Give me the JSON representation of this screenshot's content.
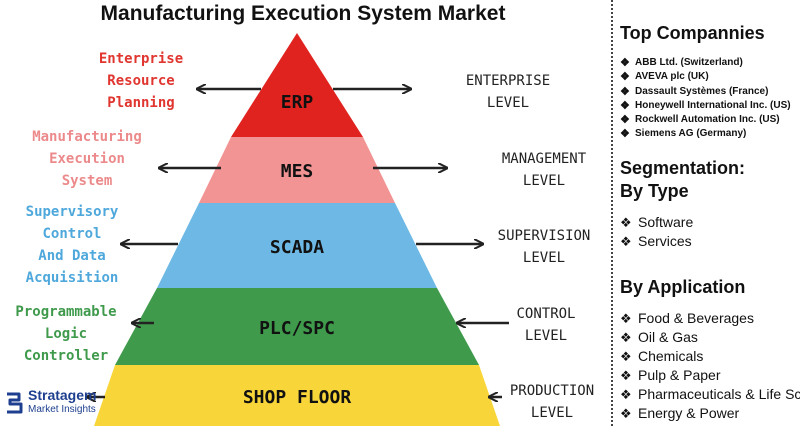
{
  "title": "Manufacturing Execution System Market",
  "pyramid": [
    {
      "label": "ERP",
      "color": "#e0231f",
      "left_text": "Enterprise Resource Planning",
      "left_color": "#e0362f",
      "right_text": "ENTERPRISE LEVEL"
    },
    {
      "label": "MES",
      "color": "#f29394",
      "left_text": "Manufacturing Execution System",
      "left_color": "#ec8a8b",
      "right_text": "MANAGEMENT LEVEL"
    },
    {
      "label": "SCADA",
      "color": "#6db8e4",
      "left_text": "Supervisory Control And Data Acquisition",
      "left_color": "#4ea8dc",
      "right_text": "SUPERVISION LEVEL"
    },
    {
      "label": "PLC/SPC",
      "color": "#3f9a4c",
      "left_text": "Programmable Logic Controller",
      "left_color": "#3f9a4c",
      "right_text": "CONTROL LEVEL"
    },
    {
      "label": "SHOP FLOOR",
      "color": "#f8d63a",
      "left_text": "",
      "left_color": "#333333",
      "right_text": "PRODUCTION LEVEL"
    }
  ],
  "sidebar": {
    "companies_heading": "Top Compannies",
    "companies": [
      "ABB Ltd. (Switzerland)",
      "AVEVA plc (UK)",
      "Dassault Systèmes (France)",
      "Honeywell International Inc. (US)",
      "Rockwell Automation Inc. (US)",
      "Siemens AG (Germany)"
    ],
    "type_heading_1": "Segmentation:",
    "type_heading_2": "By Type",
    "types": [
      "Software",
      "Services"
    ],
    "application_heading": "By Application",
    "applications": [
      "Food & Beverages",
      "Oil & Gas",
      "Chemicals",
      "Pulp & Paper",
      "Pharmaceuticals & Life Sciences",
      "Energy & Power"
    ]
  },
  "logo": {
    "name": "Stratagem",
    "subtitle": "Market Insights"
  },
  "bullet_icon": "diamond-bullet-icon"
}
